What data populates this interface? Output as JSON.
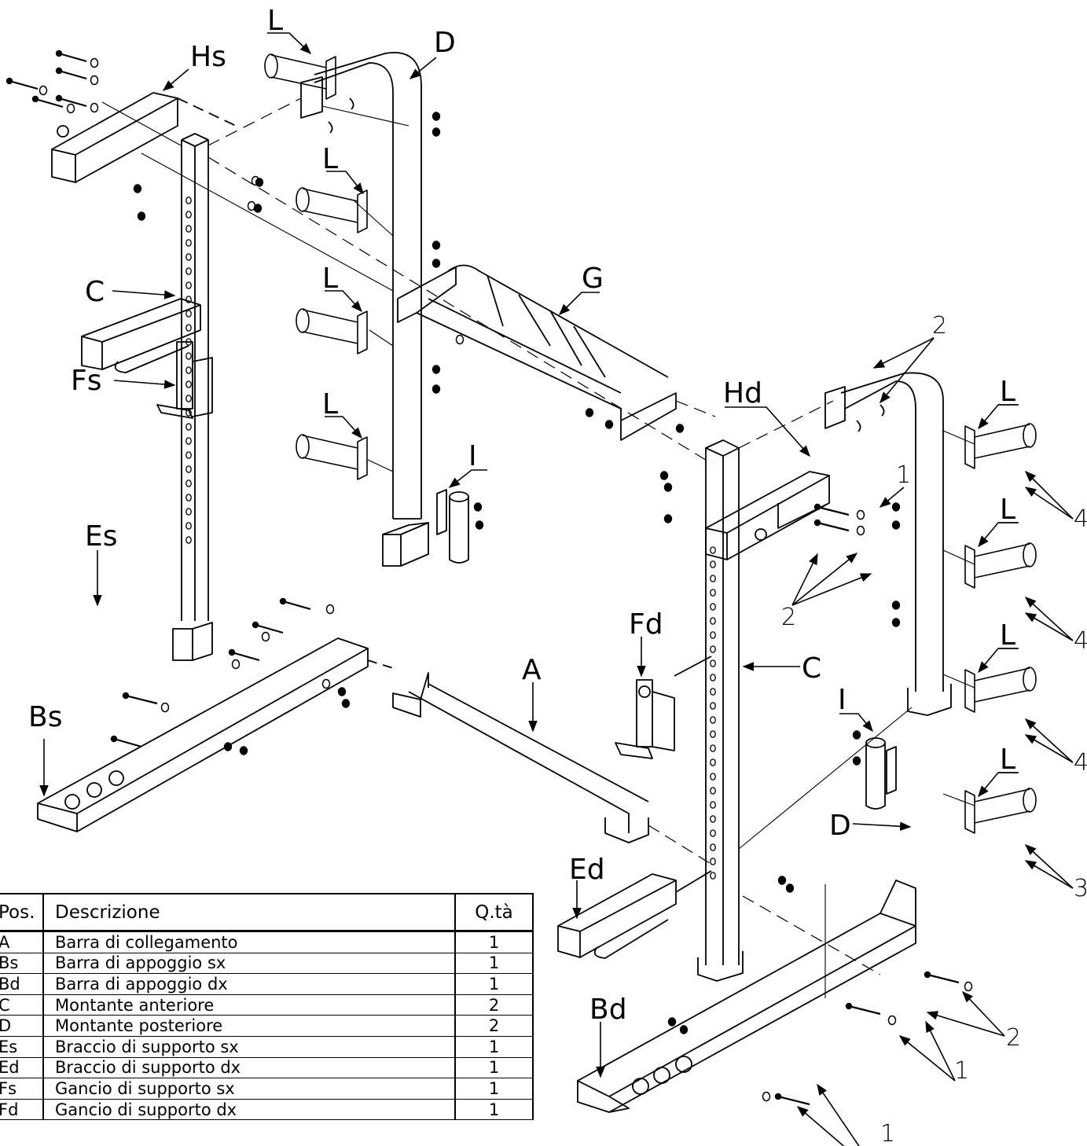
{
  "callouts": {
    "hs": "Hs",
    "l": "L",
    "d": "D",
    "c": "C",
    "fs": "Fs",
    "g": "G",
    "i": "I",
    "es": "Es",
    "bs": "Bs",
    "a": "A",
    "fd": "Fd",
    "hd": "Hd",
    "ed": "Ed",
    "bd": "Bd",
    "n1": "1",
    "n2": "2",
    "n3": "3",
    "n4": "4"
  },
  "parts_table": {
    "headers": {
      "pos": "Pos.",
      "desc": "Descrizione",
      "qty": "Q.tà"
    },
    "rows": [
      {
        "pos": "A",
        "desc": "Barra di collegamento",
        "qty": "1"
      },
      {
        "pos": "Bs",
        "desc": "Barra di appoggio sx",
        "qty": "1"
      },
      {
        "pos": "Bd",
        "desc": "Barra di appoggio dx",
        "qty": "1"
      },
      {
        "pos": "C",
        "desc": "Montante anteriore",
        "qty": "2"
      },
      {
        "pos": "D",
        "desc": "Montante posteriore",
        "qty": "2"
      },
      {
        "pos": "Es",
        "desc": "Braccio di supporto sx",
        "qty": "1"
      },
      {
        "pos": "Ed",
        "desc": "Braccio di supporto dx",
        "qty": "1"
      },
      {
        "pos": "Fs",
        "desc": "Gancio di supporto sx",
        "qty": "1"
      },
      {
        "pos": "Fd",
        "desc": "Gancio di supporto dx",
        "qty": "1"
      }
    ]
  }
}
